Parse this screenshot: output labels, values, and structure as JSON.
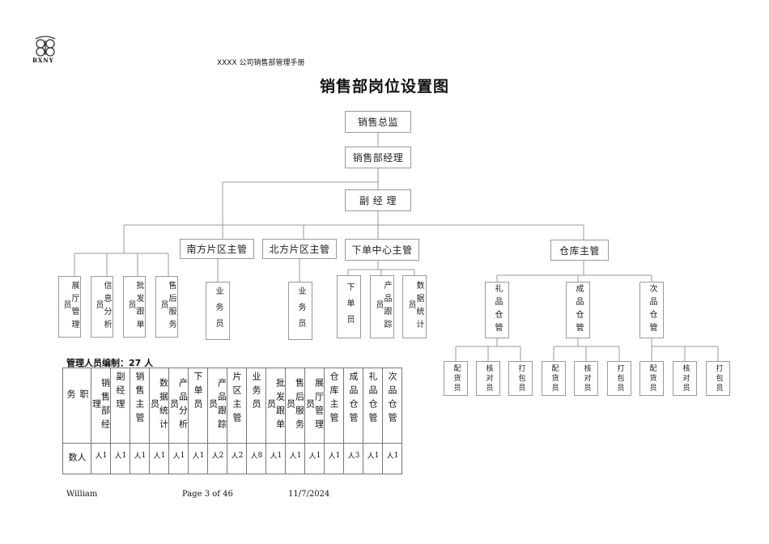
{
  "logo": {
    "icon": "ornate-monogram-icon",
    "text": "BXNY"
  },
  "header": {
    "text": "XXXX 公司销售部管理手册"
  },
  "title": "销售部岗位设置图",
  "org": {
    "director": "销售总监",
    "manager": "销售部经理",
    "deputy": "副 经 理",
    "south_lead": "南方片区主管",
    "north_lead": "北方片区主管",
    "order_lead": "下单中心主管",
    "warehouse_lead": "仓库主管",
    "left_staff": [
      "展厅管理员",
      "信息分析员",
      "批发跟单员",
      "售后服务员"
    ],
    "south_staff": "业务员",
    "north_staff": "业务员",
    "order_staff": [
      "下单员",
      "产品跟踪员",
      "数据统计员"
    ],
    "warehouses": [
      "礼品仓管",
      "成品仓管",
      "次品仓管"
    ],
    "wh_staff": [
      "配货员",
      "核对员",
      "打包员"
    ]
  },
  "staffing": {
    "title": "管理人员编制：27 人",
    "row_label_duty": "职务",
    "row_label_count": "人数",
    "positions": [
      "销售部经理",
      "副经理",
      "销售主管",
      "数据统计员",
      "产品分析员",
      "下单员",
      "产品跟踪员",
      "片区主管",
      "业务员",
      "批发跟单员",
      "售后服务员",
      "展厅管理员",
      "仓库主管",
      "成品仓管",
      "礼品仓管",
      "次品仓管"
    ],
    "counts": [
      "1人",
      "1人",
      "1人",
      "1人",
      "1人",
      "1人",
      "2人",
      "2人",
      "8人",
      "1人",
      "1人",
      "1人",
      "1人",
      "3人",
      "1人",
      "1人"
    ]
  },
  "footer": {
    "author": "William",
    "page": "Page 3 of 46",
    "date": "11/7/2024"
  }
}
